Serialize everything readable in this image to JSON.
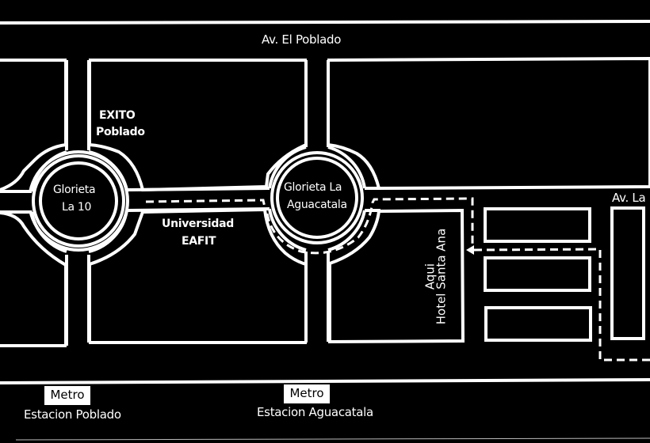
{
  "map": {
    "background": "#000000",
    "line_color": "#ffffff",
    "streets": {
      "top": "Av. El Poblado",
      "right": "Av. La"
    },
    "roundabouts": [
      {
        "name": "Glorieta La 10",
        "line1": "Glorieta",
        "line2": "La 10"
      },
      {
        "name": "Glorieta La Aguacatala",
        "line1": "Glorieta La",
        "line2": "Aguacatala"
      }
    ],
    "landmarks": {
      "exito": {
        "line1": "EXITO",
        "line2": "Poblado"
      },
      "eafit": {
        "line1": "Universidad",
        "line2": "EAFIT"
      },
      "hotel": {
        "line1": "Aqui",
        "line2": "Hotel Santa Ana"
      }
    },
    "metro_stations": [
      {
        "badge": "Metro",
        "name": "Estacion Poblado"
      },
      {
        "badge": "Metro",
        "name": "Estacion Aguacatala"
      }
    ],
    "route": {
      "style": "dashed",
      "marker": "arrow-left"
    }
  }
}
